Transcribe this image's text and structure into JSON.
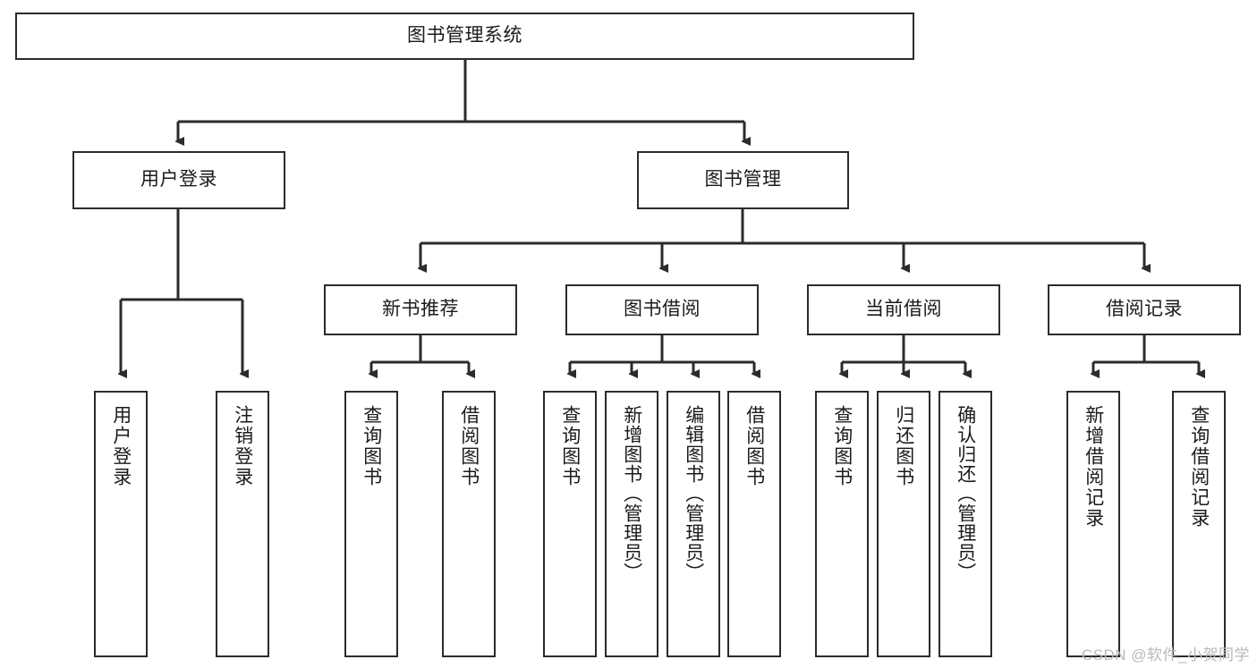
{
  "diagram": {
    "title": "图书管理系统",
    "type": "hierarchy-tree",
    "stroke_color": "#2b2b2b",
    "fill_color": "#ffffff",
    "text_color": "#1b1b1b",
    "root": {
      "label": "图书管理系统"
    },
    "level2": [
      {
        "label": "用户登录"
      },
      {
        "label": "图书管理"
      }
    ],
    "level3": [
      {
        "label": "新书推荐"
      },
      {
        "label": "图书借阅"
      },
      {
        "label": "当前借阅"
      },
      {
        "label": "借阅记录"
      }
    ],
    "leaves": {
      "user_login": [
        {
          "label": "用户登录"
        },
        {
          "label": "注销登录"
        }
      ],
      "new_book": [
        {
          "label": "查询图书"
        },
        {
          "label": "借阅图书"
        }
      ],
      "borrow_book": [
        {
          "label": "查询图书"
        },
        {
          "label": "新增图书（管理员）"
        },
        {
          "label": "编辑图书（管理员）"
        },
        {
          "label": "借阅图书"
        }
      ],
      "current_borrow": [
        {
          "label": "查询图书"
        },
        {
          "label": "归还图书"
        },
        {
          "label": "确认归还（管理员）"
        }
      ],
      "borrow_record": [
        {
          "label": "新增借阅记录"
        },
        {
          "label": "查询借阅记录"
        }
      ]
    }
  },
  "watermark": {
    "text": "CSDN @软件_小贺同学"
  }
}
